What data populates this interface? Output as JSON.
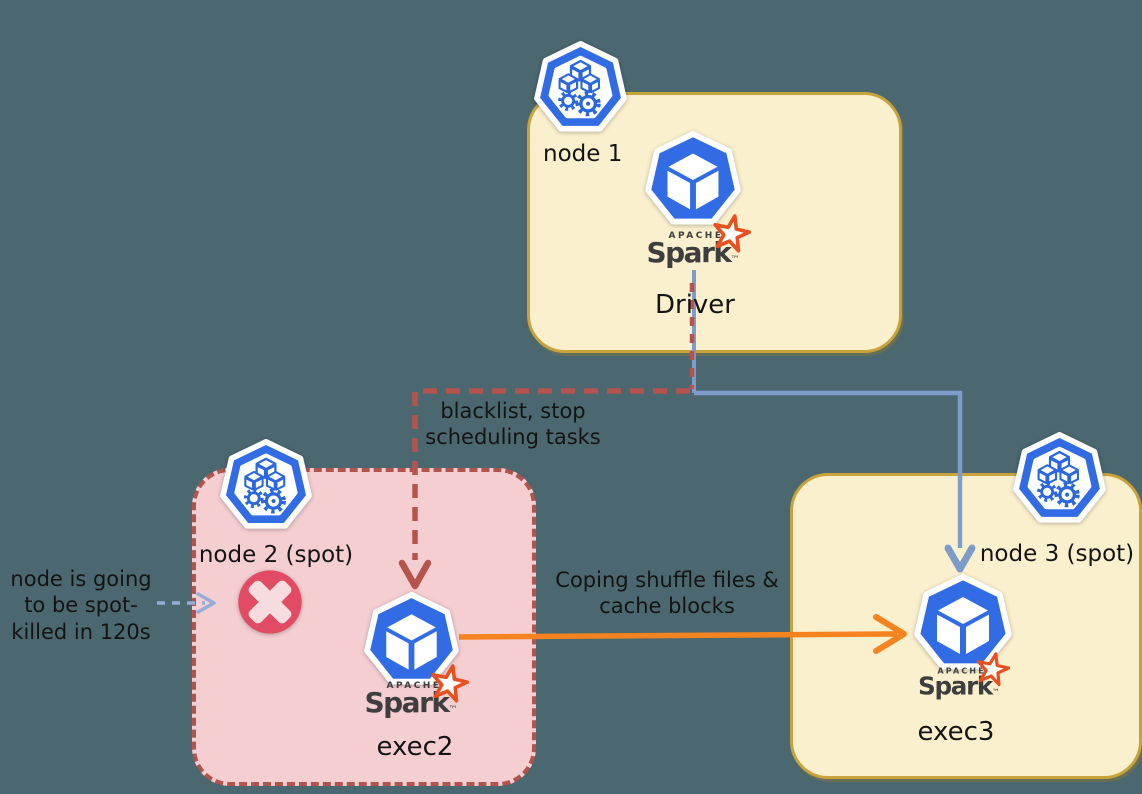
{
  "diagram_title": "spark-on-kubernetes spot-kill recovery diagram",
  "colors": {
    "background": "#4B6770",
    "node_fill": "#FBF0CE",
    "node_border": "#C8A33B",
    "spot_node_fill": "#F5CED2",
    "spot_node_border": "#B2544E",
    "kubernetes_blue": "#326CE5",
    "spark_star_orange": "#E8501F",
    "arrow_blue": "#7E9CC9",
    "arrow_red": "#B5534D",
    "arrow_orange": "#F5831F",
    "arrow_light_blue": "#92AEDB",
    "error_red": "#E14B63"
  },
  "spark": {
    "apache": "APACHE",
    "name": "Spark",
    "tm": "™"
  },
  "nodes": {
    "node1": {
      "label": "node 1",
      "pod_label": "Driver"
    },
    "node2": {
      "label": "node 2 (spot)",
      "pod_label": "exec2"
    },
    "node3": {
      "label": "node 3 (spot)",
      "pod_label": "exec3"
    }
  },
  "annotations": {
    "blacklist": "blacklist, stop scheduling tasks",
    "copy": "Coping shuffle files & cache blocks",
    "spot_kill": "node is going to be spot-killed in 120s"
  }
}
